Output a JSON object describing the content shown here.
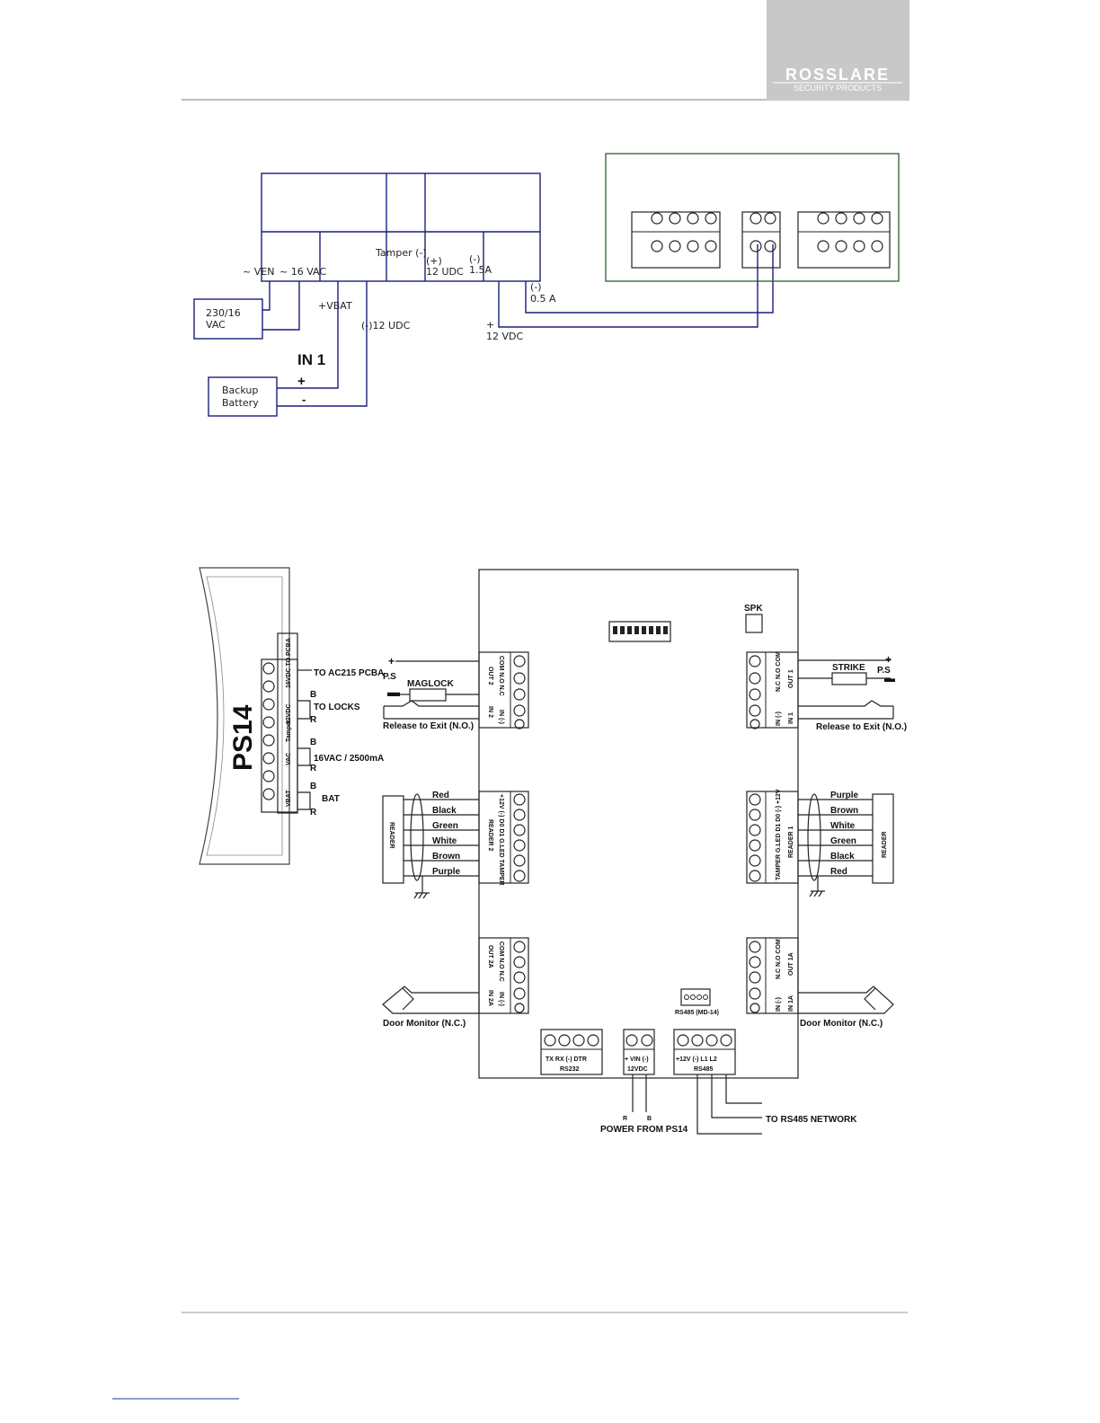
{
  "header": {
    "brand_top": "ROSSLARE",
    "brand_sub": "SECURITY PRODUCTS",
    "band_color": "#c8c8c8"
  },
  "psu_diagram": {
    "tamper": "Tamper (-)",
    "pos": "(+)",
    "pos_12": "12 UDC",
    "neg": "(-)",
    "neg_15": "1.5A",
    "ven": "~ VEN",
    "vac16": "~ 16 VAC",
    "mains_1": "230/16",
    "mains_2": "VAC",
    "vbat": "+VBAT",
    "neg12": "(-)12 UDC",
    "neg_b": "(-)",
    "neg05": "0.5 A",
    "plus": "+",
    "v12": "12 VDC",
    "in1": "IN 1",
    "bat_plus": "+",
    "bat_minus": "-",
    "battery_1": "Backup",
    "battery_2": "Battery"
  },
  "ps14": {
    "title": "PS14",
    "to_ac215": "TO AC215 PCBA",
    "to_locks": "TO LOCKS",
    "vac_label": "16VAC / 2500mA",
    "bat": "BAT",
    "b1": "B",
    "r1": "R",
    "b2": "B",
    "r2": "R",
    "b3": "B",
    "r3": "R",
    "term_labels": [
      "16VDC TO PCBA",
      "12VDC",
      "Tamper",
      "VAC",
      "VBAT"
    ]
  },
  "controller": {
    "spk": "SPK",
    "ps_left": "P.S",
    "maglock": "MAGLOCK",
    "release_left": "Release to Exit (N.O.)",
    "out2": "OUT 2",
    "out2_pins": "COM N.O N.C",
    "in2": "IN 2",
    "in_pins": "IN (-)",
    "strike": "STRIKE",
    "ps_right": "P.S",
    "release_right": "Release to Exit (N.O.)",
    "out1": "OUT 1",
    "out1_pins": "N.C N.O COM",
    "in1": "IN 1",
    "reader2": "READER 2",
    "reader2_pins": "+12V (-) D0 D1 G.LED TAMPER",
    "reader1": "READER 1",
    "reader1_pins": "TAMPER G.LED D1 D0 (-) +12V",
    "reader_box_left": "READER",
    "reader_box_right": "READER",
    "wires_left": [
      "Red",
      "Black",
      "Green",
      "White",
      "Brown",
      "Purple"
    ],
    "wires_right": [
      "Purple",
      "Brown",
      "White",
      "Green",
      "Black",
      "Red"
    ],
    "out2a": "OUT 2A",
    "in2a": "IN 2A",
    "out1a": "OUT 1A",
    "in1a": "IN 1A",
    "door_left": "Door Monitor (N.C.)",
    "door_right": "Door Monitor  (N.C.)",
    "rs485_md": "RS485 (MD-14)",
    "rs232_pins": "TX  RX  (-)  DTR",
    "rs232": "RS232",
    "vin_pins": "+ VIN (-)",
    "vin": "12VDC",
    "rs485_pins": "+12V (-)  L1  L2",
    "rs485": "RS485",
    "pwr_r": "R",
    "pwr_b": "B",
    "power_from": "POWER FROM PS14",
    "to_network": "TO RS485 NETWORK"
  }
}
